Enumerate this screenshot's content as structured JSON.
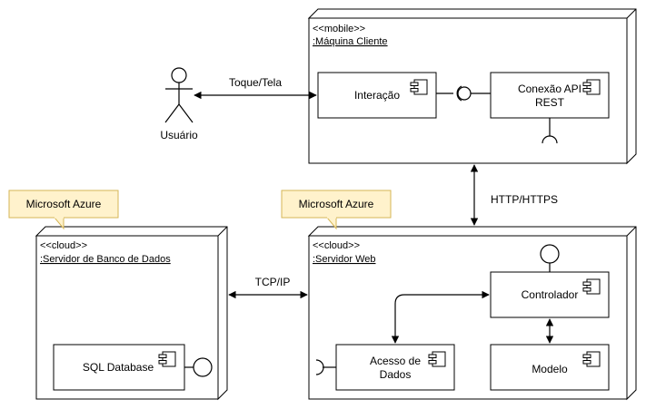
{
  "nodes": {
    "mobile": {
      "stereotype": "<<mobile>>",
      "name": ":Máquina Cliente"
    },
    "db_server": {
      "stereotype": "<<cloud>>",
      "name": ":Servidor de Banco de Dados"
    },
    "web_server": {
      "stereotype": "<<cloud>>",
      "name": ":Servidor Web"
    }
  },
  "components": {
    "interacao": "Interação",
    "conexao_line1": "Conexão API",
    "conexao_line2": "REST",
    "sql": "SQL Database",
    "controlador": "Controlador",
    "acesso_line1": "Acesso de",
    "acesso_line2": "Dados",
    "modelo": "Modelo"
  },
  "actor": {
    "name": "Usuário"
  },
  "notes": {
    "azure_db": "Microsoft Azure",
    "azure_web": "Microsoft Azure"
  },
  "connections": {
    "toque_tela": "Toque/Tela",
    "http": "HTTP/HTTPS",
    "tcp": "TCP/IP"
  }
}
